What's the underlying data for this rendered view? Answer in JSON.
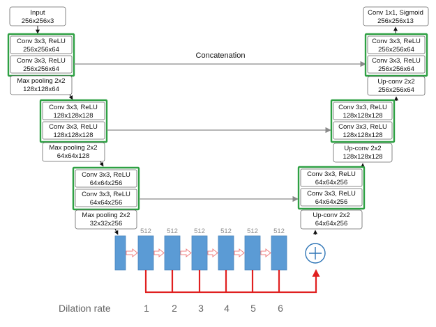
{
  "encoder": {
    "input": {
      "line1": "Input",
      "line2": "256x256x3"
    },
    "level1": {
      "conv_a": {
        "line1": "Conv 3x3, ReLU",
        "line2": "256x256x64"
      },
      "conv_b": {
        "line1": "Conv 3x3, ReLU",
        "line2": "256x256x64"
      },
      "pool": {
        "line1": "Max pooling 2x2",
        "line2": "128x128x64"
      }
    },
    "level2": {
      "conv_a": {
        "line1": "Conv 3x3, ReLU",
        "line2": "128x128x128"
      },
      "conv_b": {
        "line1": "Conv 3x3, ReLU",
        "line2": "128x128x128"
      },
      "pool": {
        "line1": "Max pooling 2x2",
        "line2": "64x64x128"
      }
    },
    "level3": {
      "conv_a": {
        "line1": "Conv 3x3, ReLU",
        "line2": "64x64x256"
      },
      "conv_b": {
        "line1": "Conv 3x3, ReLU",
        "line2": "64x64x256"
      },
      "pool": {
        "line1": "Max pooling 2x2",
        "line2": "32x32x256"
      }
    }
  },
  "decoder": {
    "output": {
      "line1": "Conv 1x1, Sigmoid",
      "line2": "256x256x13"
    },
    "level1": {
      "conv_a": {
        "line1": "Conv 3x3, ReLU",
        "line2": "256x256x64"
      },
      "conv_b": {
        "line1": "Conv 3x3, ReLU",
        "line2": "256x256x64"
      },
      "upconv": {
        "line1": "Up-conv 2x2",
        "line2": "256x256x64"
      }
    },
    "level2": {
      "conv_a": {
        "line1": "Conv 3x3, ReLU",
        "line2": "128x128x128"
      },
      "conv_b": {
        "line1": "Conv 3x3, ReLU",
        "line2": "128x128x128"
      },
      "upconv": {
        "line1": "Up-conv 2x2",
        "line2": "128x128x128"
      }
    },
    "level3": {
      "conv_a": {
        "line1": "Conv 3x3, ReLU",
        "line2": "64x64x256"
      },
      "conv_b": {
        "line1": "Conv 3x3, ReLU",
        "line2": "64x64x256"
      },
      "upconv": {
        "line1": "Up-conv 2x2",
        "line2": "64x64x256"
      }
    }
  },
  "skip_label": "Concatenation",
  "bottleneck": {
    "channels": [
      "512",
      "512",
      "512",
      "512",
      "512",
      "512"
    ],
    "dilation_label": "Dilation rate",
    "dilation_rates": [
      "1",
      "2",
      "3",
      "4",
      "5",
      "6"
    ]
  },
  "colors": {
    "conv_outline": "#2ea043",
    "bar_fill": "#5b9bd5",
    "dilation_path": "#e02020",
    "sum_icon": "#2e75b6"
  }
}
